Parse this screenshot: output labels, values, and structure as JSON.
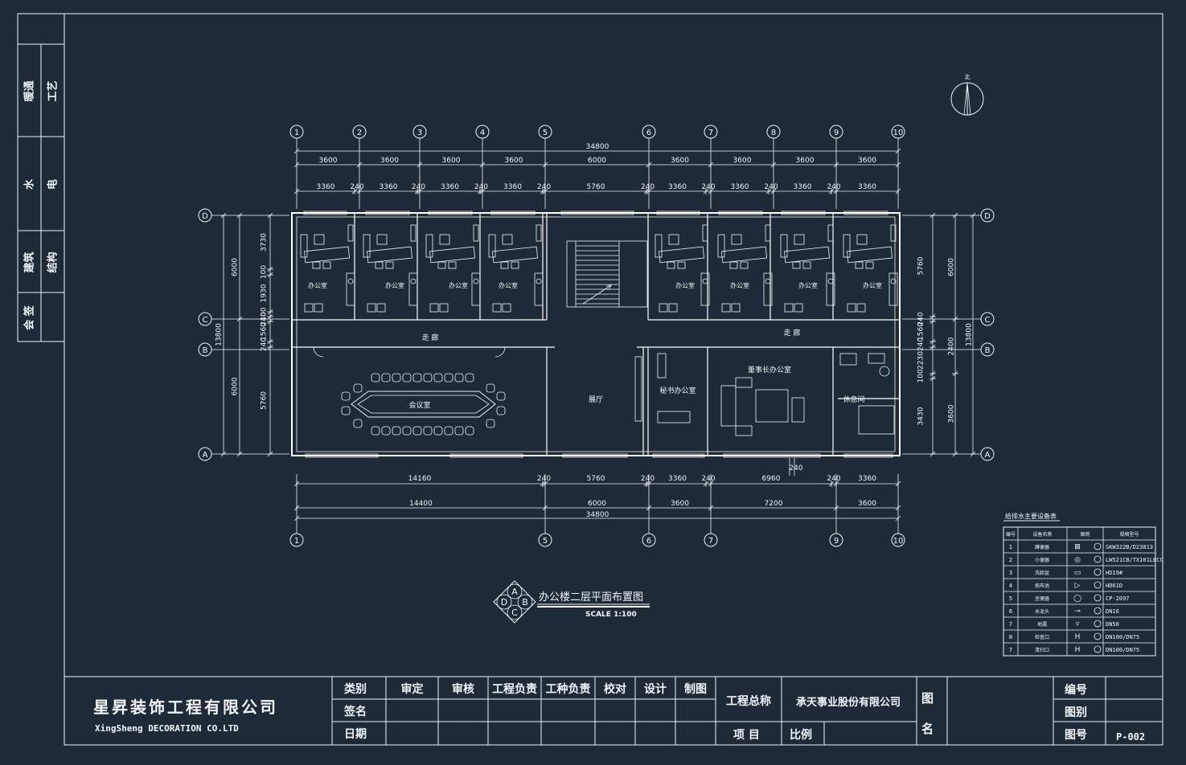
{
  "colors": {
    "background": "#1f2a38",
    "line": "#eef2f6"
  },
  "side_strip": {
    "items": [
      {
        "a": "暖通",
        "b": "工艺"
      },
      {
        "a": "水",
        "b": "电"
      },
      {
        "a": "建筑",
        "b": "结构"
      },
      {
        "a": "会 签",
        "b": ""
      }
    ]
  },
  "north_label": "北",
  "axes": {
    "top": [
      "1",
      "2",
      "3",
      "4",
      "5",
      "6",
      "7",
      "8",
      "9",
      "10"
    ],
    "bottom": [
      "1",
      "5",
      "6",
      "7",
      "9",
      "10"
    ],
    "side": [
      "D",
      "C",
      "B",
      "A"
    ]
  },
  "dims": {
    "top_total": "34800",
    "top_row1": [
      "3600",
      "3600",
      "3600",
      "3600",
      "6000",
      "3600",
      "3600",
      "3600",
      "3600"
    ],
    "top_row2": [
      "3360",
      "240",
      "3360",
      "240",
      "3360",
      "240",
      "3360",
      "240",
      "5760",
      "240",
      "3360",
      "240",
      "3360",
      "240",
      "3360",
      "240",
      "3360"
    ],
    "bottom_row1": [
      "14160",
      "240",
      "5760",
      "240",
      "3360",
      "240",
      "6960",
      "240",
      "3360"
    ],
    "bottom_row2": [
      "14400",
      "6000",
      "3600",
      "7200",
      "3600"
    ],
    "bottom_total": "34800",
    "bottom_mid": "240",
    "left_outer": "13800",
    "left_mid": [
      "6000",
      "6000"
    ],
    "left_inner": [
      "3730",
      "100",
      "1930",
      "100",
      "240",
      "1560",
      "240",
      "5760"
    ],
    "right_inner": [
      "5760",
      "240",
      "1560",
      "240",
      "2230",
      "100",
      "3430"
    ],
    "right_mid": [
      "6000",
      "2400",
      "3600"
    ],
    "right_outer": "13800"
  },
  "rooms": {
    "office": "办公室",
    "corridor_left": "走    廊",
    "corridor_right": "走    廊",
    "meeting": "会议室",
    "hall": "展厅",
    "secretary": "秘书办公室",
    "chairman": "董事长办公室",
    "lounge": "休息间"
  },
  "plan_title": {
    "badge": [
      "A",
      "B",
      "C",
      "D"
    ],
    "title": "办公楼二层平面布置图",
    "scale": "SCALE  1:100"
  },
  "legend": {
    "title": "给排水主要设备表",
    "headers": [
      "编号",
      "设备名称",
      "图例",
      "规格型号"
    ],
    "rows": [
      {
        "no": "1",
        "name": "蹲便器",
        "sym": "⊠",
        "spec": "SKW322B/D23813"
      },
      {
        "no": "2",
        "name": "小便器",
        "sym": "◎",
        "spec": "LW521CB/TX101LBCC"
      },
      {
        "no": "3",
        "name": "洗脸盆",
        "sym": "▭",
        "spec": "HD19#"
      },
      {
        "no": "4",
        "name": "拖布池",
        "sym": "▷",
        "spec": "HD61D"
      },
      {
        "no": "5",
        "name": "坐便器",
        "sym": "◯",
        "spec": "CP-2097"
      },
      {
        "no": "6",
        "name": "水龙头",
        "sym": "⊸",
        "spec": "DN16"
      },
      {
        "no": "7",
        "name": "地漏",
        "sym": "▿",
        "spec": "DN50"
      },
      {
        "no": "8",
        "name": "检查口",
        "sym": "H",
        "spec": "DN100/DN75"
      },
      {
        "no": "7",
        "name": "清扫口",
        "sym": "H",
        "spec": "DN100/DN75"
      }
    ]
  },
  "title_block": {
    "company_cn": "星昇装饰工程有限公司",
    "company_en": "XingSheng  DECORATION CO.LTD",
    "row_labels": [
      "类别",
      "签名",
      "日期"
    ],
    "roles": [
      "审定",
      "审核",
      "工程负责",
      "工种负责",
      "校对",
      "设计",
      "制图"
    ],
    "project_label": "工程总称",
    "project_name": "承天事业股份有限公司",
    "item_label": "项    目",
    "scale_label": "比例",
    "drawing_name_label": [
      "图",
      "名"
    ],
    "right_labels": [
      "编号",
      "图别",
      "图号"
    ],
    "drawing_no": "P-002"
  }
}
